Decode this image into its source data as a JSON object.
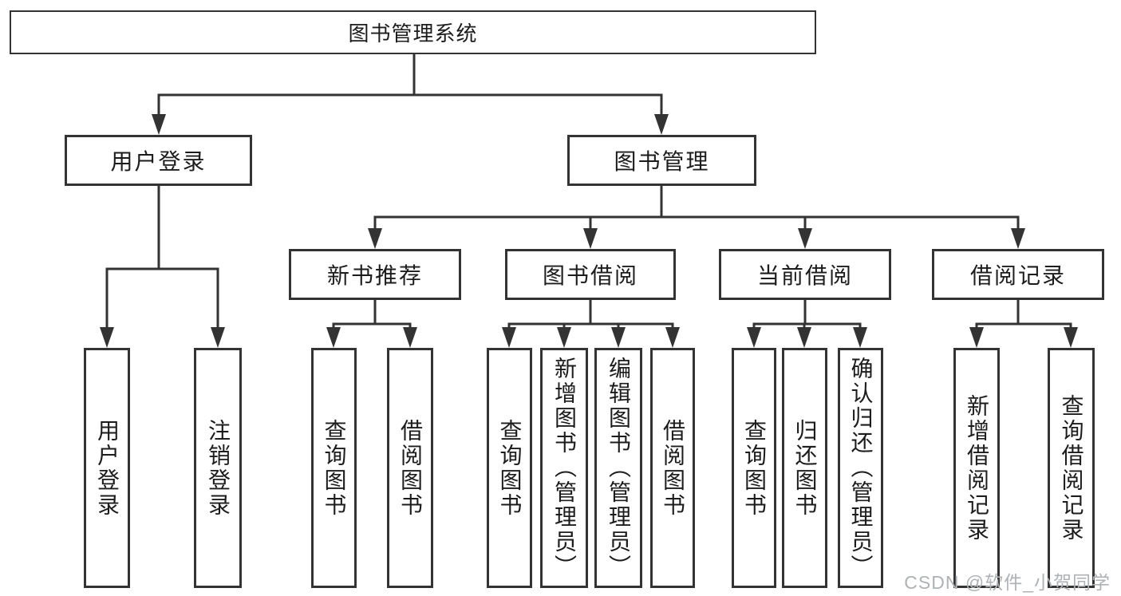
{
  "diagram": {
    "title": "图书管理系统",
    "root": {
      "label": "图书管理系统"
    },
    "branches": [
      {
        "label": "用户登录",
        "children": [
          "用户登录",
          "注销登录"
        ]
      },
      {
        "label": "图书管理",
        "children": [
          {
            "label": "新书推荐",
            "children": [
              "查询图书",
              "借阅图书"
            ]
          },
          {
            "label": "图书借阅",
            "children": [
              "查询图书",
              "新增图书（管理员）",
              "编辑图书（管理员）",
              "借阅图书"
            ]
          },
          {
            "label": "当前借阅",
            "children": [
              "查询图书",
              "归还图书",
              "确认归还（管理员）"
            ]
          },
          {
            "label": "借阅记录",
            "children": [
              "新增借阅记录",
              "查询借阅记录"
            ]
          }
        ]
      }
    ],
    "watermark": "CSDN @软件_小贺同学",
    "colors": {
      "line": "#333333",
      "text": "#1c1c1c",
      "node_background": "#ffffff",
      "page_background": "#ffffff",
      "watermark": "#aeb2b5"
    }
  }
}
